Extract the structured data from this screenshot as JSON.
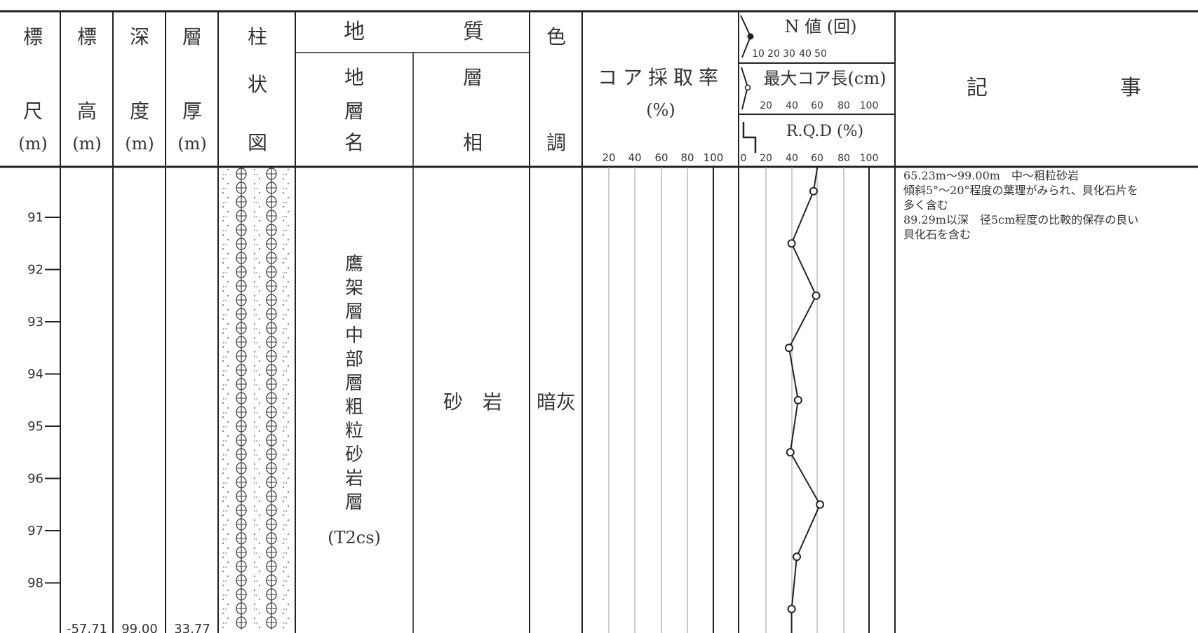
{
  "header": {
    "scale": {
      "line1": "標",
      "line2": "尺",
      "unit": "(m)"
    },
    "elevation": {
      "line1": "標",
      "line2": "高",
      "unit": "(m)"
    },
    "depth": {
      "line1": "深",
      "line2": "度",
      "unit": "(m)"
    },
    "thickness": {
      "line1": "層",
      "line2": "厚",
      "unit": "(m)"
    },
    "column": {
      "line1": "柱",
      "line2": "状",
      "line3": "図"
    },
    "geology": {
      "char1": "地",
      "char2": "質"
    },
    "stratum": {
      "c1": "地",
      "c2": "層",
      "c3": "名"
    },
    "facies": {
      "c1": "層",
      "c2": "相"
    },
    "color": {
      "c1": "色",
      "c2": "調"
    },
    "core_recovery": {
      "title": "コア採取率",
      "unit": "(%)",
      "ticks": [
        "20",
        "40",
        "60",
        "80",
        "100"
      ]
    },
    "n_value": {
      "title": "N 値 (回)",
      "ticks": [
        "10",
        "20",
        "30",
        "40",
        "50"
      ]
    },
    "max_core": {
      "title": "最大コア長(cm)",
      "ticks": [
        "20",
        "40",
        "60",
        "80",
        "100"
      ]
    },
    "rqd": {
      "title": "R.Q.D (%)",
      "ticks": [
        "0",
        "20",
        "40",
        "60",
        "80",
        "100"
      ]
    },
    "remarks": {
      "c1": "記",
      "c2": "事"
    }
  },
  "scale_ticks": [
    "91",
    "92",
    "93",
    "94",
    "95",
    "96",
    "97",
    "98"
  ],
  "bottom": {
    "elevation": "-57.71",
    "depth": "99.00",
    "thickness": "33.77"
  },
  "stratum_name": [
    "鷹",
    "架",
    "層",
    "中",
    "部",
    "層",
    "粗",
    "粒",
    "砂",
    "岩",
    "層"
  ],
  "stratum_code": "(T2cs)",
  "facies": "砂　岩",
  "color": "暗灰",
  "remarks": [
    "65.23m～99.00m　中～粗粒砂岩",
    "傾斜5°～20°程度の葉理がみられ、貝化石片を",
    "多く含む",
    "89.29m以深　径5cm程度の比較的保存の良い",
    "貝化石を含む"
  ],
  "chart_data": {
    "type": "line",
    "ylabel": "深度 (m)",
    "series": [
      {
        "name": "最大コア長(cm)",
        "x": [
          57,
          40,
          59,
          38,
          45,
          39,
          62,
          44,
          40
        ],
        "y": [
          90.5,
          91.5,
          92.5,
          93.5,
          94.5,
          95.5,
          96.5,
          97.5,
          98.5
        ]
      }
    ],
    "xlim": [
      0,
      100
    ],
    "ylim": [
      90.06,
      99.2
    ]
  }
}
